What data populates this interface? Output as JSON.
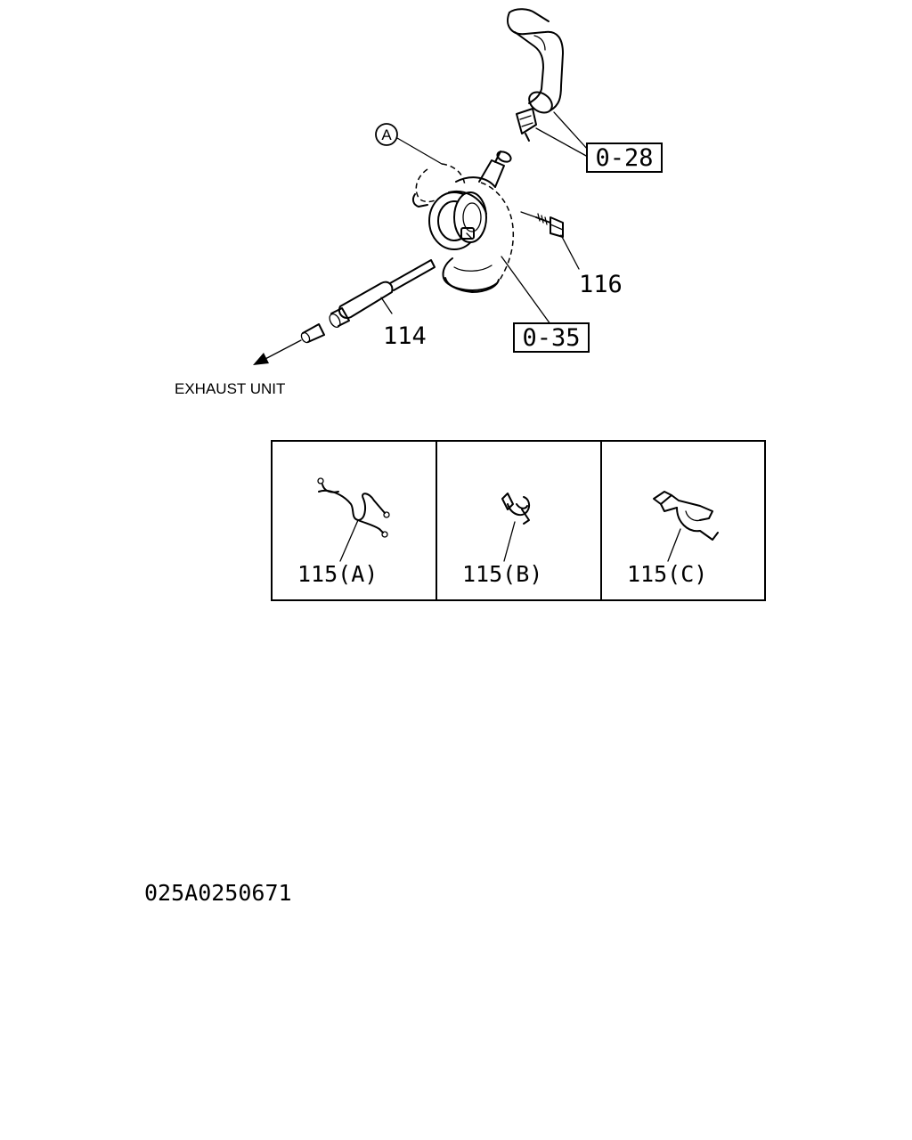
{
  "labels": {
    "ref_a": "A",
    "ref_028": "0-28",
    "part_116": "116",
    "ref_035": "0-35",
    "part_114": "114",
    "exhaust": "EXHAUST UNIT",
    "clamp_a": "115(A)",
    "clamp_b": "115(B)",
    "clamp_c": "115(C)",
    "drawing_no": "025A0250671"
  }
}
